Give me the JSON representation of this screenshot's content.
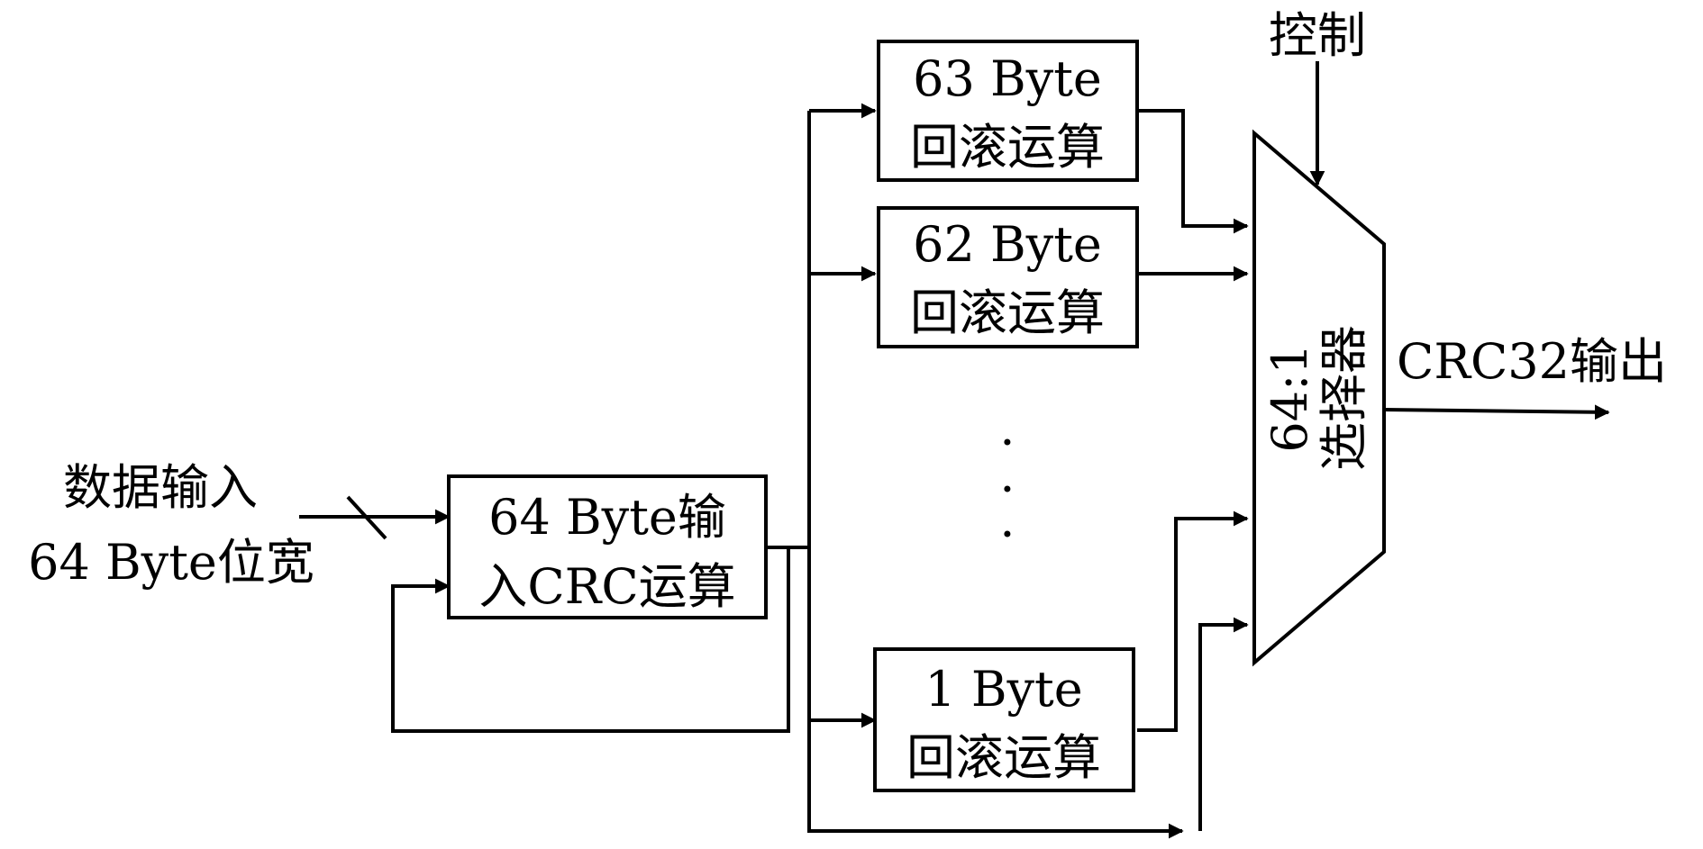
{
  "labels": {
    "control": "控制",
    "data_input": "数据输入",
    "data_width": "64 Byte位宽",
    "output": "CRC32输出",
    "mux_line1": "64:1",
    "mux_line2": "选择器",
    "ellipsis": ". . ."
  },
  "blocks": {
    "input_crc": {
      "line1": "64 Byte输",
      "line2": "入CRC运算"
    },
    "rollback_63": {
      "line1": "63 Byte",
      "line2": "回滚运算"
    },
    "rollback_62": {
      "line1": "62 Byte",
      "line2": "回滚运算"
    },
    "rollback_1": {
      "line1": "1 Byte",
      "line2": "回滚运算"
    }
  }
}
